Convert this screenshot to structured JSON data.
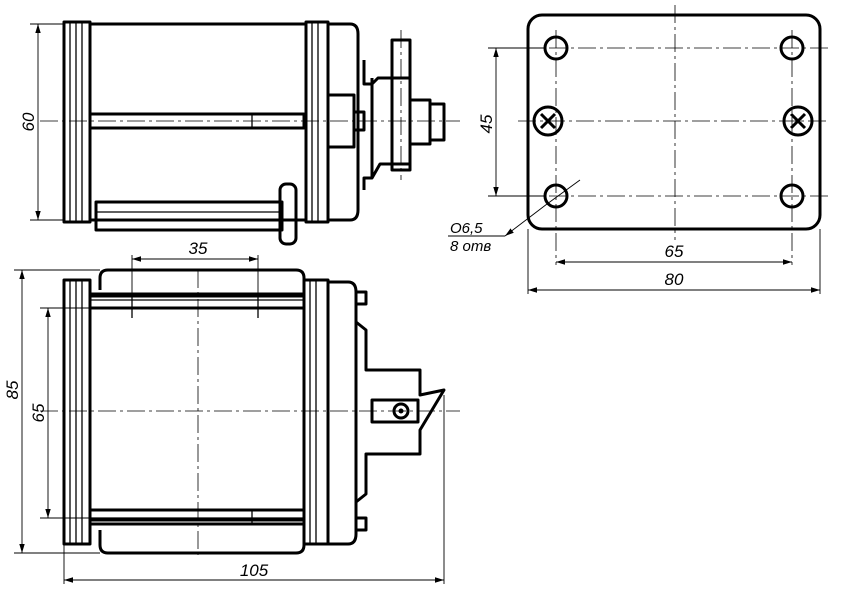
{
  "dimensions": {
    "side_height": "60",
    "front_width_inner": "35",
    "front_height_outer": "85",
    "front_height_inner": "65",
    "front_length": "105",
    "plate_height": "45",
    "plate_width_inner": "65",
    "plate_width_outer": "80"
  },
  "notes": {
    "hole_diameter": "O6,5",
    "hole_count": "8 отв"
  }
}
